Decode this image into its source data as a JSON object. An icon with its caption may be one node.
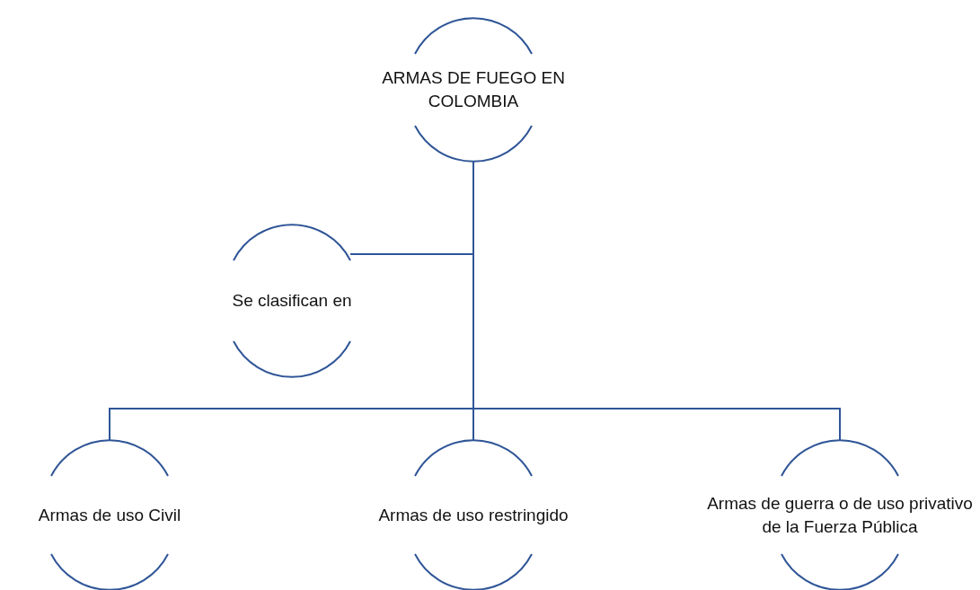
{
  "diagram": {
    "nodes": [
      {
        "text": [
          "ARMAS DE FUEGO EN COLOMBIA"
        ]
      },
      {
        "text": [
          "Se clasifican en"
        ]
      },
      {
        "text": [
          "Armas de uso Civil"
        ]
      },
      {
        "text": [
          "Armas de uso restringido"
        ]
      },
      {
        "text": [
          "Armas de guerra o de uso privativo de la Fuerza Pública"
        ]
      }
    ],
    "edges": [
      {
        "from": 0,
        "to": 1,
        "arrow": "none"
      },
      {
        "from": 0,
        "to": 2,
        "arrow": "none"
      },
      {
        "from": 0,
        "to": 3,
        "arrow": "none"
      },
      {
        "from": 0,
        "to": 4,
        "arrow": "none"
      }
    ]
  }
}
